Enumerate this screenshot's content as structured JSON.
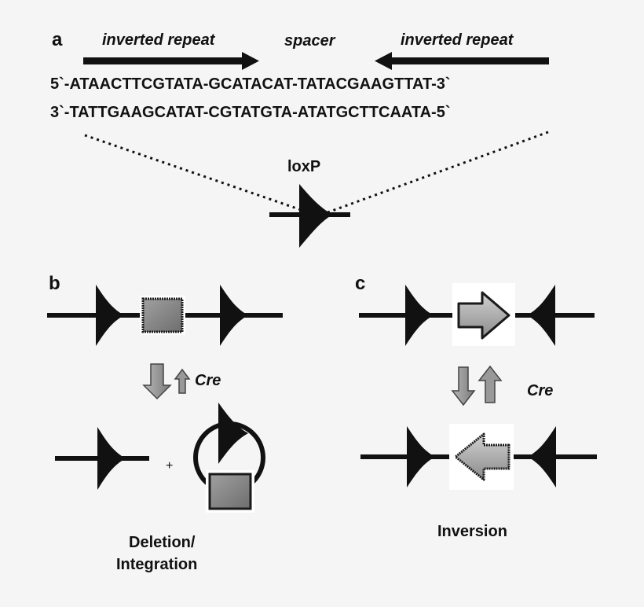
{
  "panel_a": {
    "label": "a",
    "left_repeat_label": "inverted repeat",
    "spacer_label": "spacer",
    "right_repeat_label": "inverted repeat",
    "sequence_top": "5`-ATAACTTCGTATA-GCATACAT-TATACGAAGTTAT-3`",
    "sequence_bottom": "3`-TATTGAAGCATAT-CGTATGTA-ATATGCTTCAATA-5`",
    "site_label": "loxP"
  },
  "panel_b": {
    "label": "b",
    "enzyme_label": "Cre",
    "plus_sign": "+",
    "result_label_line1": "Deletion/",
    "result_label_line2": "Integration"
  },
  "panel_c": {
    "label": "c",
    "enzyme_label": "Cre",
    "result_label": "Inversion"
  },
  "colors": {
    "background": "#f5f5f5",
    "line": "#111111",
    "box_fill": "#8a8a8a",
    "arrow_fill": "#a8a8a8"
  }
}
